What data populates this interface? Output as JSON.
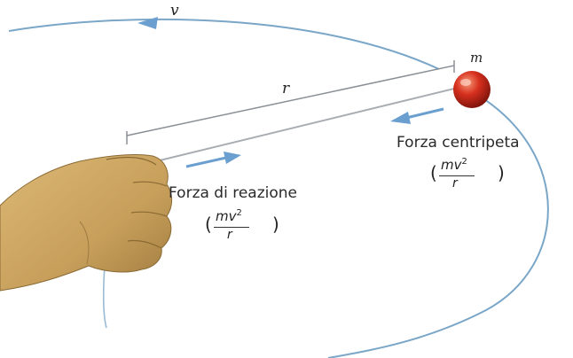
{
  "labels": {
    "velocity": "v",
    "mass": "m",
    "radius": "r",
    "centripetal_force": "Forza centripeta",
    "reaction_force": "Forza di reazione"
  },
  "formula": {
    "numerator": "mv",
    "exponent": "2",
    "denominator": "r",
    "open_paren": "(",
    "close_paren": ")"
  },
  "colors": {
    "orbit": "#7aa6c8",
    "arrow": "#6b9fd0",
    "ball": "#d7301e",
    "string": "#9a9ea4",
    "hand": "#c9a25e"
  }
}
